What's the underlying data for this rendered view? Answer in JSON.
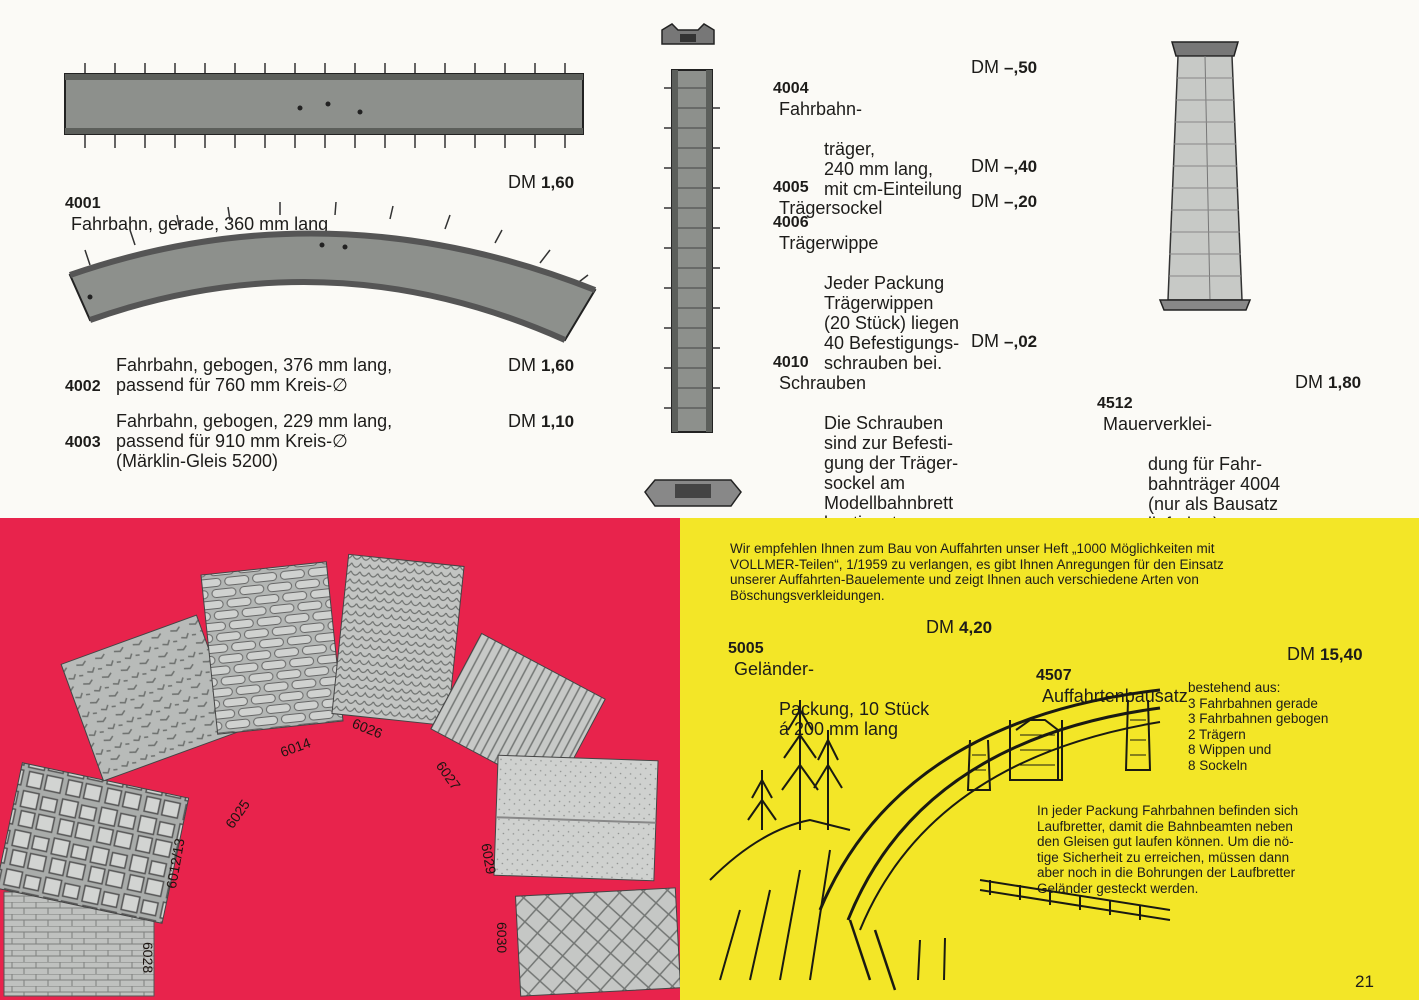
{
  "items": {
    "i4001": {
      "number": "4001",
      "text": "Fahrbahn, gerade, 360 mm lang",
      "currency": "DM",
      "price": "1,60"
    },
    "i4002": {
      "number": "4002",
      "text": "Fahrbahn, gebogen, 376 mm lang,\npassend für 760 mm Kreis-∅",
      "currency": "DM",
      "price": "1,60"
    },
    "i4003": {
      "number": "4003",
      "text": "Fahrbahn, gebogen, 229 mm lang,\npassend für 910 mm Kreis-∅\n(Märklin-Gleis 5200)",
      "currency": "DM",
      "price": "1,10"
    },
    "i4004": {
      "number": "4004",
      "title": "Fahrbahn-",
      "text": "träger,\n240 mm lang,\nmit cm-Einteilung",
      "currency": "DM",
      "price": "–,50"
    },
    "i4005": {
      "number": "4005",
      "title": "Trägersockel",
      "currency": "DM",
      "price": "–,40"
    },
    "i4006": {
      "number": "4006",
      "title": "Trägerwippe",
      "text": "Jeder Packung\nTrägerwippen\n(20 Stück) liegen\n40 Befestigungs-\nschrauben bei.",
      "currency": "DM",
      "price": "–,20"
    },
    "i4010": {
      "number": "4010",
      "title": "Schrauben",
      "text": "Die Schrauben\nsind zur Befesti-\ngung der Träger-\nsockel am\nModellbahnbrett\nbestimmt.",
      "currency": "DM",
      "price": "–,02"
    },
    "i4512": {
      "number": "4512",
      "title": "Mauerverklei-",
      "text": "dung für Fahr-\nbahnträger 4004\n(nur als Bausatz\nlieferbar)",
      "currency": "DM",
      "price": "1,80"
    },
    "i5005": {
      "number": "5005",
      "title": "Geländer-",
      "text": "Packung, 10 Stück\ná 200 mm lang",
      "currency": "DM",
      "price": "4,20"
    },
    "i4507": {
      "number": "4507",
      "title": "Auffahrtenbausatz",
      "currency": "DM",
      "price": "15,40"
    }
  },
  "intro": "Wir empfehlen Ihnen zum Bau von Auffahrten unser Heft „1000 Möglichkeiten mit\nVOLLMER-Teilen“, 1/1959 zu verlangen, es gibt Ihnen Anregungen für den Einsatz\nunserer Auffahrten-Bauelemente und zeigt Ihnen auch verschiedene Arten von\nBöschungsverkleidungen.",
  "kit_contents": "bestehend aus:\n3 Fahrbahnen gerade\n3 Fahrbahnen gebogen\n2 Trägern\n8 Wippen und\n8 Sockeln",
  "walkway_note": "In jeder Packung Fahrbahnen befinden sich\nLaufbretter, damit die Bahnbeamten neben\nden Gleisen gut laufen können. Um die nö-\ntige Sicherheit zu erreichen, müssen dann\naber noch in die Bohrungen der Laufbretter\nGeländer gesteckt werden.",
  "tiles": {
    "t6028": "6028",
    "t6012": "6012/13",
    "t6025": "6025",
    "t6014": "6014",
    "t6026": "6026",
    "t6027": "6027",
    "t6029": "6029",
    "t6030": "6030"
  },
  "page_number": "21",
  "colors": {
    "red_panel": "#e8234c",
    "yellow_panel": "#f3e627",
    "part_grey": "#8c8f8b"
  }
}
